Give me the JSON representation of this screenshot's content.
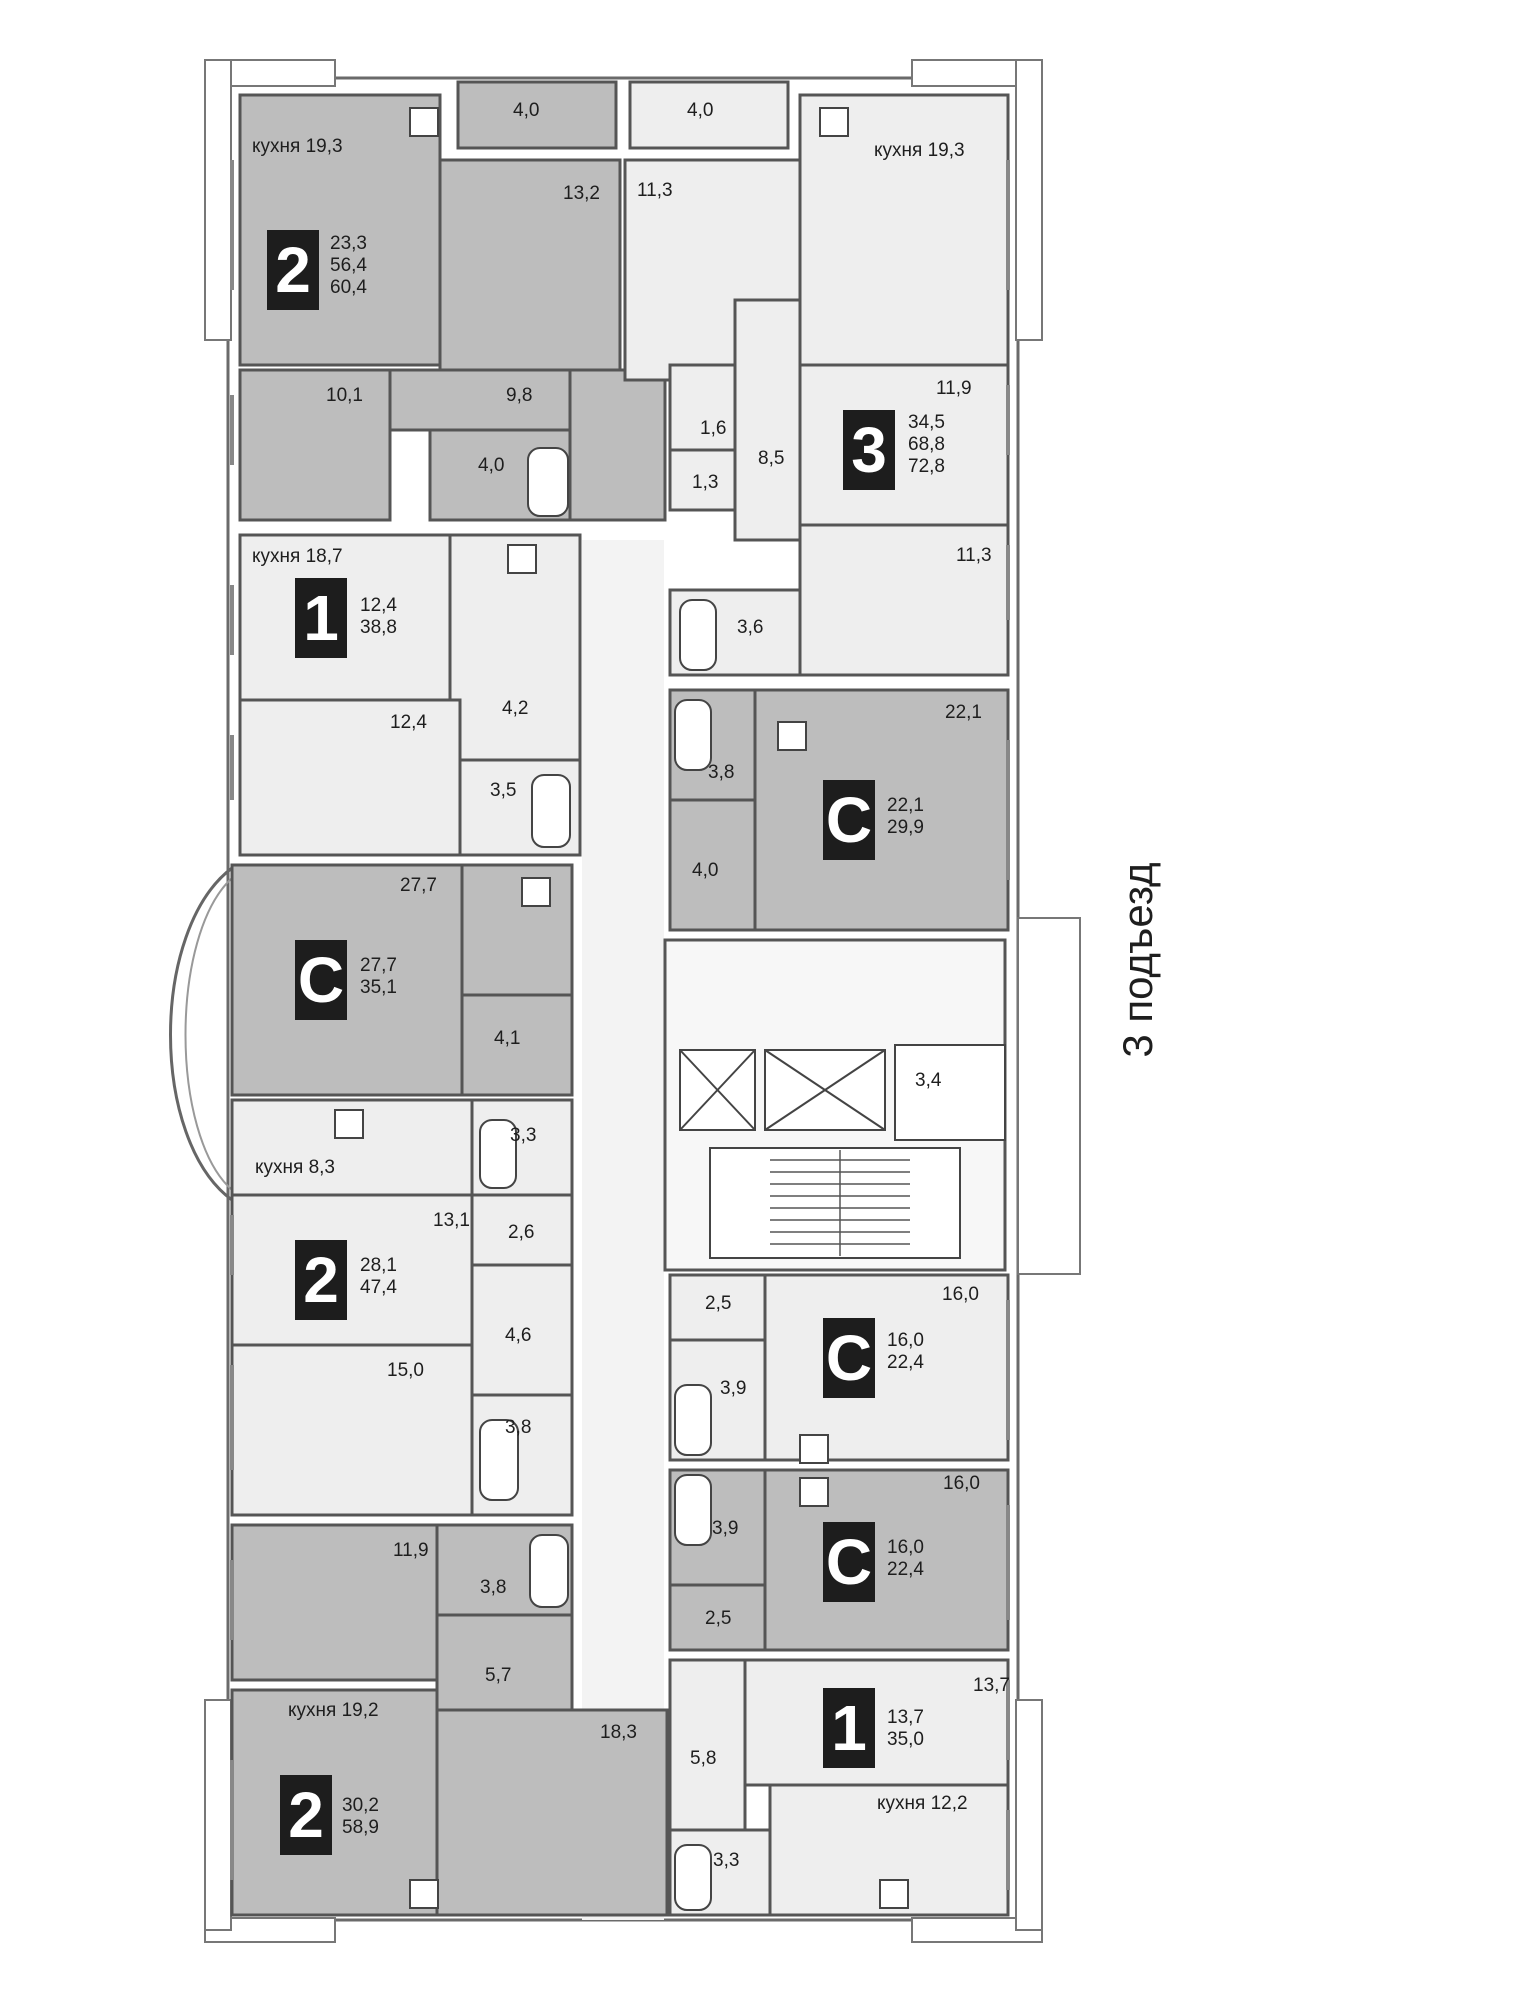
{
  "entrance_label": "3 подъезд",
  "colors": {
    "shaded": "#bdbdbd",
    "light": "#eeeeee",
    "wall": "#555555",
    "badge": "#1d1d1d"
  },
  "apartments": [
    {
      "type": "2",
      "areas": [
        "23,3",
        "56,4",
        "60,4"
      ]
    },
    {
      "type": "3",
      "areas": [
        "34,5",
        "68,8",
        "72,8"
      ]
    },
    {
      "type": "1",
      "areas": [
        "12,4",
        "38,8"
      ]
    },
    {
      "type": "С",
      "areas": [
        "22,1",
        "29,9"
      ]
    },
    {
      "type": "С",
      "areas": [
        "27,7",
        "35,1"
      ]
    },
    {
      "type": "2",
      "areas": [
        "28,1",
        "47,4"
      ]
    },
    {
      "type": "С",
      "areas": [
        "16,0",
        "22,4"
      ]
    },
    {
      "type": "С",
      "areas": [
        "16,0",
        "22,4"
      ]
    },
    {
      "type": "1",
      "areas": [
        "13,7",
        "35,0"
      ]
    },
    {
      "type": "2",
      "areas": [
        "30,2",
        "58,9"
      ]
    }
  ],
  "rooms": [
    "4,0",
    "4,0",
    "кухня 19,3",
    "кухня 19,3",
    "13,2",
    "11,3",
    "10,1",
    "9,8",
    "4,0",
    "1,6",
    "1,3",
    "8,5",
    "11,9",
    "кухня 18,7",
    "11,3",
    "3,6",
    "22,1",
    "3,8",
    "4,0",
    "12,4",
    "4,2",
    "3,5",
    "27,7",
    "4,1",
    "3,4",
    "3,3",
    "кухня 8,3",
    "13,1",
    "2,6",
    "2,5",
    "16,0",
    "3,9",
    "4,6",
    "15,0",
    "3,8",
    "16,0",
    "3,9",
    "2,5",
    "11,9",
    "3,8",
    "5,7",
    "кухня 19,2",
    "18,3",
    "5,8",
    "13,7",
    "кухня 12,2",
    "3,3"
  ]
}
